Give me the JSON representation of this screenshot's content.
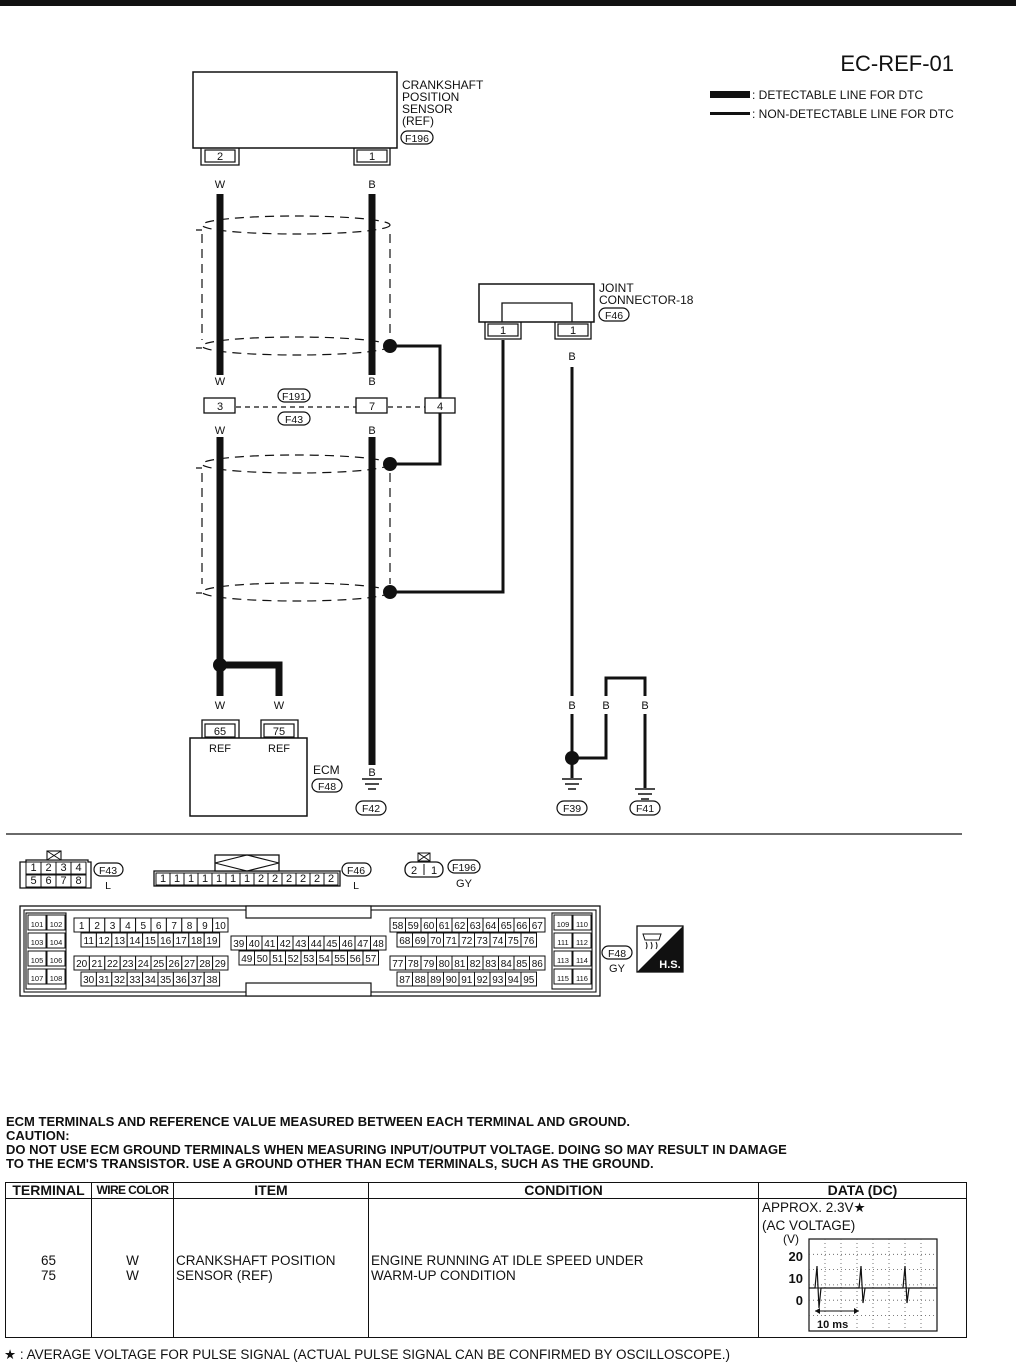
{
  "page_id": "EC-REF-01",
  "legend": {
    "detectable": ": DETECTABLE LINE FOR DTC",
    "non_detectable": ": NON-DETECTABLE LINE FOR DTC"
  },
  "components": {
    "cps": {
      "lines": [
        "CRANKSHAFT",
        "POSITION",
        "SENSOR",
        "(REF)"
      ],
      "connector": "F196",
      "pin_a": "2",
      "pin_b": "1"
    },
    "joint": {
      "lines": [
        "JOINT",
        "CONNECTOR-18"
      ],
      "connector": "F46",
      "pin_a": "1",
      "pin_b": "1"
    },
    "relay_connector": {
      "upper": "F191",
      "lower": "F43",
      "pin_w": "3",
      "pin_b": "7",
      "pin_shield": "4"
    },
    "ecm": {
      "label": "ECM",
      "connector": "F48",
      "pin_a": "65",
      "pin_b": "75",
      "pin_a_label": "REF",
      "pin_b_label": "REF"
    },
    "grounds": [
      "F42",
      "F39",
      "F41"
    ]
  },
  "wires": {
    "w": "W",
    "b": "B"
  },
  "connectors": {
    "f43": {
      "top": [
        "1",
        "2",
        "3",
        "4"
      ],
      "bottom": [
        "5",
        "6",
        "7",
        "8"
      ],
      "name": "F43",
      "color": "L"
    },
    "f46": {
      "pins": [
        "1",
        "1",
        "1",
        "1",
        "1",
        "1",
        "1",
        "2",
        "2",
        "2",
        "2",
        "2",
        "2"
      ],
      "name": "F46",
      "color": "L"
    },
    "f196": {
      "pins": [
        "2",
        "1"
      ],
      "name": "F196",
      "color": "GY"
    },
    "f48": {
      "name": "F48",
      "color": "GY",
      "badge": "H.S.",
      "left_block": [
        [
          "101",
          "102"
        ],
        [
          "103",
          "104"
        ],
        [
          "105",
          "106"
        ],
        [
          "107",
          "108"
        ]
      ],
      "right_block": [
        [
          "109",
          "110"
        ],
        [
          "111",
          "112"
        ],
        [
          "113",
          "114"
        ],
        [
          "115",
          "116"
        ]
      ],
      "row1a": [
        "1",
        "2",
        "3",
        "4",
        "5",
        "6",
        "7",
        "8",
        "9",
        "10"
      ],
      "row2a": [
        "11",
        "12",
        "13",
        "14",
        "15",
        "16",
        "17",
        "18",
        "19"
      ],
      "row3a": [
        "20",
        "21",
        "22",
        "23",
        "24",
        "25",
        "26",
        "27",
        "28",
        "29"
      ],
      "row4a": [
        "30",
        "31",
        "32",
        "33",
        "34",
        "35",
        "36",
        "37",
        "38"
      ],
      "mid1": [
        "39",
        "40",
        "41",
        "42",
        "43",
        "44",
        "45",
        "46",
        "47",
        "48"
      ],
      "mid2": [
        "49",
        "50",
        "51",
        "52",
        "53",
        "54",
        "55",
        "56",
        "57"
      ],
      "row1b": [
        "58",
        "59",
        "60",
        "61",
        "62",
        "63",
        "64",
        "65",
        "66",
        "67"
      ],
      "row2b": [
        "68",
        "69",
        "70",
        "71",
        "72",
        "73",
        "74",
        "75",
        "76"
      ],
      "row3b": [
        "77",
        "78",
        "79",
        "80",
        "81",
        "82",
        "83",
        "84",
        "85",
        "86"
      ],
      "row4b": [
        "87",
        "88",
        "89",
        "90",
        "91",
        "92",
        "93",
        "94",
        "95"
      ]
    }
  },
  "notes": {
    "line1": "ECM TERMINALS AND REFERENCE VALUE MEASURED BETWEEN EACH TERMINAL AND GROUND.",
    "line2": "CAUTION:",
    "line3": "DO NOT USE ECM GROUND TERMINALS WHEN MEASURING INPUT/OUTPUT VOLTAGE. DOING SO MAY RESULT IN DAMAGE",
    "line4": "TO THE ECM'S TRANSISTOR. USE A GROUND OTHER THAN ECM TERMINALS, SUCH AS THE GROUND."
  },
  "table": {
    "headers": {
      "terminal": "TERMINAL",
      "wire_color": "WIRE COLOR",
      "item": "ITEM",
      "condition": "CONDITION",
      "data": "DATA (DC)"
    },
    "row": {
      "terminal_1": "65",
      "terminal_2": "75",
      "wire_1": "W",
      "wire_2": "W",
      "item_1": "CRANKSHAFT POSITION",
      "item_2": "SENSOR (REF)",
      "condition_1": "ENGINE RUNNING AT IDLE SPEED UNDER",
      "condition_2": "WARM-UP CONDITION",
      "data_1": "APPROX. 2.3V★",
      "data_2": "(AC VOLTAGE)",
      "scope_unit": "(V)",
      "scope_y": [
        "20",
        "10",
        "0"
      ],
      "scope_time": "10 ms"
    }
  },
  "footnote": "★ : AVERAGE VOLTAGE FOR PULSE SIGNAL (ACTUAL PULSE SIGNAL CAN BE CONFIRMED BY OSCILLOSCOPE.)"
}
